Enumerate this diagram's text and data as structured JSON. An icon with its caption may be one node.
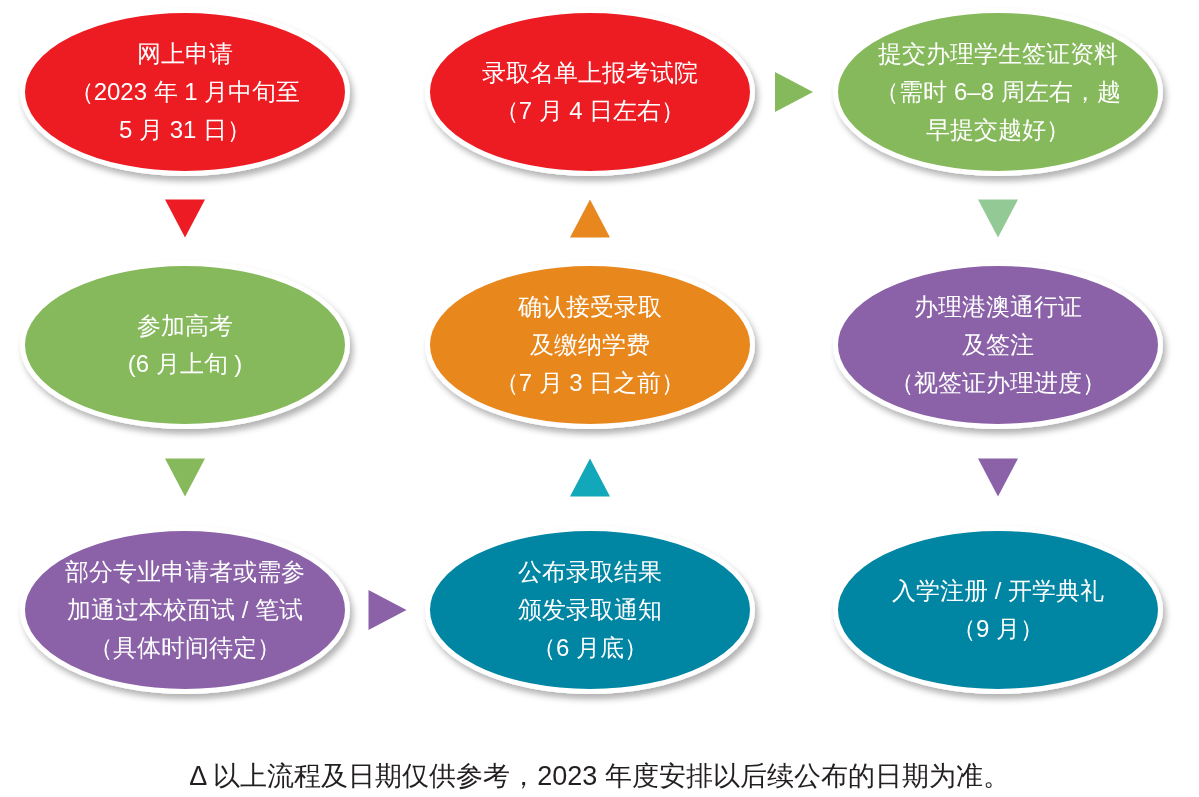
{
  "diagram": {
    "caption": "Δ 以上流程及日期仅供参考，2023 年度安排以后续公布的日期为准。",
    "nodes": [
      {
        "text": [
          "网上申请",
          "（2023 年 1 月中旬至 5 月 31 日）"
        ]
      },
      {
        "text": [
          "录取名单上报考试院",
          "（7 月 4 日左右）"
        ]
      },
      {
        "text": [
          "提交办理学生签证资料（需时 6–8 周左右，越早提交越好）"
        ]
      },
      {
        "text": [
          "参加高考",
          "(6 月上旬 )"
        ]
      },
      {
        "text": [
          "确认接受录取及缴纳学费",
          "（7 月 3 日之前）"
        ]
      },
      {
        "text": [
          "办理港澳通行证及签注",
          "（视签证办理进度）"
        ]
      },
      {
        "text": [
          "部分专业申请者或需参加通过本校面试 / 笔试",
          "（具体时间待定）"
        ]
      },
      {
        "text": [
          "公布录取结果颁发录取通知",
          "（6 月底）"
        ]
      },
      {
        "text": [
          "入学注册 / 开学典礼",
          "（9 月）"
        ]
      }
    ],
    "edges": [
      {
        "from": 0,
        "to": 3,
        "arrow": "to",
        "color": "#ed1c24"
      },
      {
        "from": 3,
        "to": 6,
        "arrow": "to",
        "color": "#86b95b"
      },
      {
        "from": 6,
        "to": 7,
        "arrow": "to",
        "color": "#8b62a8"
      },
      {
        "from": 7,
        "to": 4,
        "arrow": "to",
        "color": "#12a7b9"
      },
      {
        "from": 4,
        "to": 1,
        "arrow": "to",
        "color": "#e8871e"
      },
      {
        "from": 1,
        "to": 2,
        "arrow": "to",
        "color": "#86b95b"
      },
      {
        "from": 2,
        "to": 5,
        "arrow": "to",
        "color": "#93c994"
      },
      {
        "from": 5,
        "to": 8,
        "arrow": "to",
        "color": "#8b62a8"
      }
    ]
  }
}
